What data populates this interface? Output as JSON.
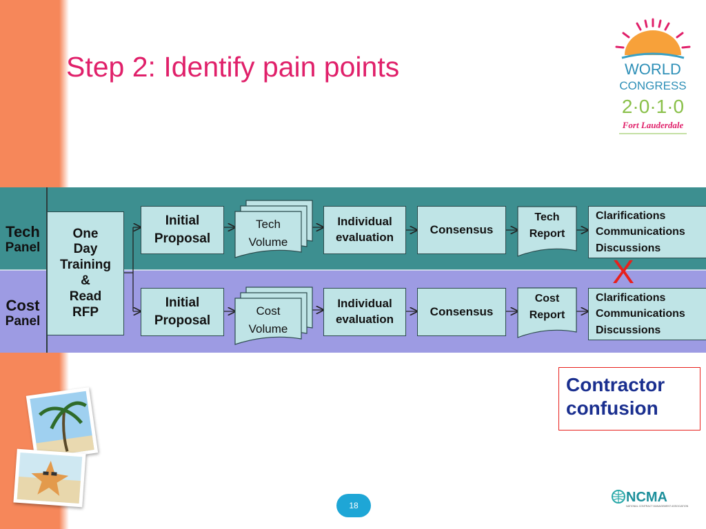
{
  "slide": {
    "title": "Step 2: Identify pain points",
    "page_number": "18"
  },
  "panels": {
    "tech": {
      "line1": "Tech",
      "line2": "Panel"
    },
    "cost": {
      "line1": "Cost",
      "line2": "Panel"
    }
  },
  "training": {
    "lines": [
      "One",
      "Day",
      "Training",
      "&",
      "Read",
      "RFP"
    ]
  },
  "tech_row": {
    "initial_proposal": [
      "Initial",
      "Proposal"
    ],
    "volume": [
      "Tech",
      "Volume"
    ],
    "individual_evaluation": [
      "Individual",
      "evaluation"
    ],
    "consensus": "Consensus",
    "report": [
      "Tech",
      "Report"
    ],
    "clarifications": [
      "Clarifications",
      "Communications",
      "Discussions"
    ]
  },
  "cost_row": {
    "initial_proposal": [
      "Initial",
      "Proposal"
    ],
    "volume": [
      "Cost",
      "Volume"
    ],
    "individual_evaluation": [
      "Individual",
      "evaluation"
    ],
    "consensus": "Consensus",
    "report": [
      "Cost",
      "Report"
    ],
    "clarifications": [
      "Clarifications",
      "Communications",
      "Discussions"
    ]
  },
  "pain_marker": "X",
  "callout": {
    "line1": "Contractor",
    "line2": "confusion"
  },
  "logos": {
    "world_congress": {
      "line1": "WORLD",
      "line2": "CONGRESS",
      "year": "2·0·1·0",
      "place": "Fort Lauderdale"
    },
    "ncma": {
      "name": "NCMA",
      "tagline": "NATIONAL CONTRACT MANAGEMENT ASSOCIATION"
    }
  },
  "colors": {
    "accent": "#e0206a",
    "tech_band": "#3d8f90",
    "cost_band": "#9d9be3",
    "box_fill": "#bfe4e6",
    "callout_text": "#1a2f8f",
    "pain_red": "#e8201c",
    "page_badge": "#1ea6d6",
    "side_strip": "#f6875a"
  }
}
